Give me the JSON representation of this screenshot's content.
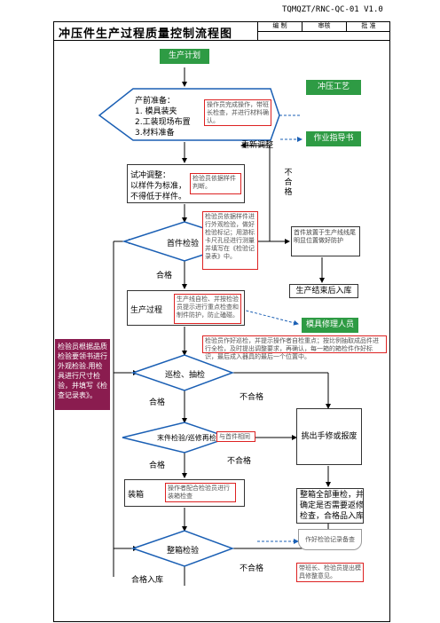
{
  "doc_number": "TQMQZT/RNC-QC-01 V1.0",
  "title": "冲压件生产过程质量控制流程图",
  "header_cells": [
    "编 制",
    "审核",
    "批 准"
  ],
  "nodes": {
    "production_plan": "生产计划",
    "prep_line1": "产前准备：",
    "prep_line2": "1. 模具装夹",
    "prep_line3": "2.工装现场布置",
    "prep_line4": "3.材料准备",
    "prep_note": "操作员完成操作，带班长检查，并进行材料确认。",
    "stamping_process": "冲压工艺",
    "work_instruction": "作业指导书",
    "readjust": "重新调整",
    "unqualified_vertical": "不合格",
    "trial_line1": "试冲调整：",
    "trial_line2": "以样件为标准，",
    "trial_line3": "不得低于样件。",
    "trial_note": "检验员依据样件判断。",
    "first_inspection": "首件检验",
    "first_note": "检验员依据样件进行外观检验，做好检验标记；用游标卡尺孔径进行测量并填写在《检验记录表》中。",
    "first_piece_note": "首件放置于生产线线尾明显位置做好防护",
    "qualified_1": "合格",
    "production_end": "生产结束后入库",
    "production_process": "生产过程",
    "process_note": "生产线自检、并按检验员提示进行重点检查和制件防护，防止磕碰。",
    "die_repair": "模具修理人员",
    "patrol_note": "检验员作好巡检，并提示操作者自检重点；按比例抽取成品件进行全检，及时提出调整要求，再确认，每一箱的箱检件作好标识，最后成入器具的最后一个位置中。",
    "inspector_note": "检验员根据品质检验要领书进行外观检验.用检具进行尺寸检验，并填写《检查记录表》。",
    "patrol_inspection": "巡检、抽检",
    "qualified_2": "合格",
    "unqualified_1": "不合格",
    "final_inspection": "末件检验/巡修再检",
    "final_note": "与首件相同",
    "sort_repair": "挑出手修或报废",
    "qualified_3": "合格",
    "unqualified_2": "不合格",
    "packing": "装箱",
    "packing_note": "操作者配合检验员进行装箱检查",
    "rework_line1": "整箱全部重检，并",
    "rework_line2": "确定是否需要返修",
    "rework_line3": "检查，合格品入库",
    "box_inspection": "整箱检验",
    "record_note": "作好检验记录备查",
    "unqualified_3": "不合格",
    "storage": "合格入库",
    "leader_note": "带班长、检验员提出模具修整意见。"
  }
}
